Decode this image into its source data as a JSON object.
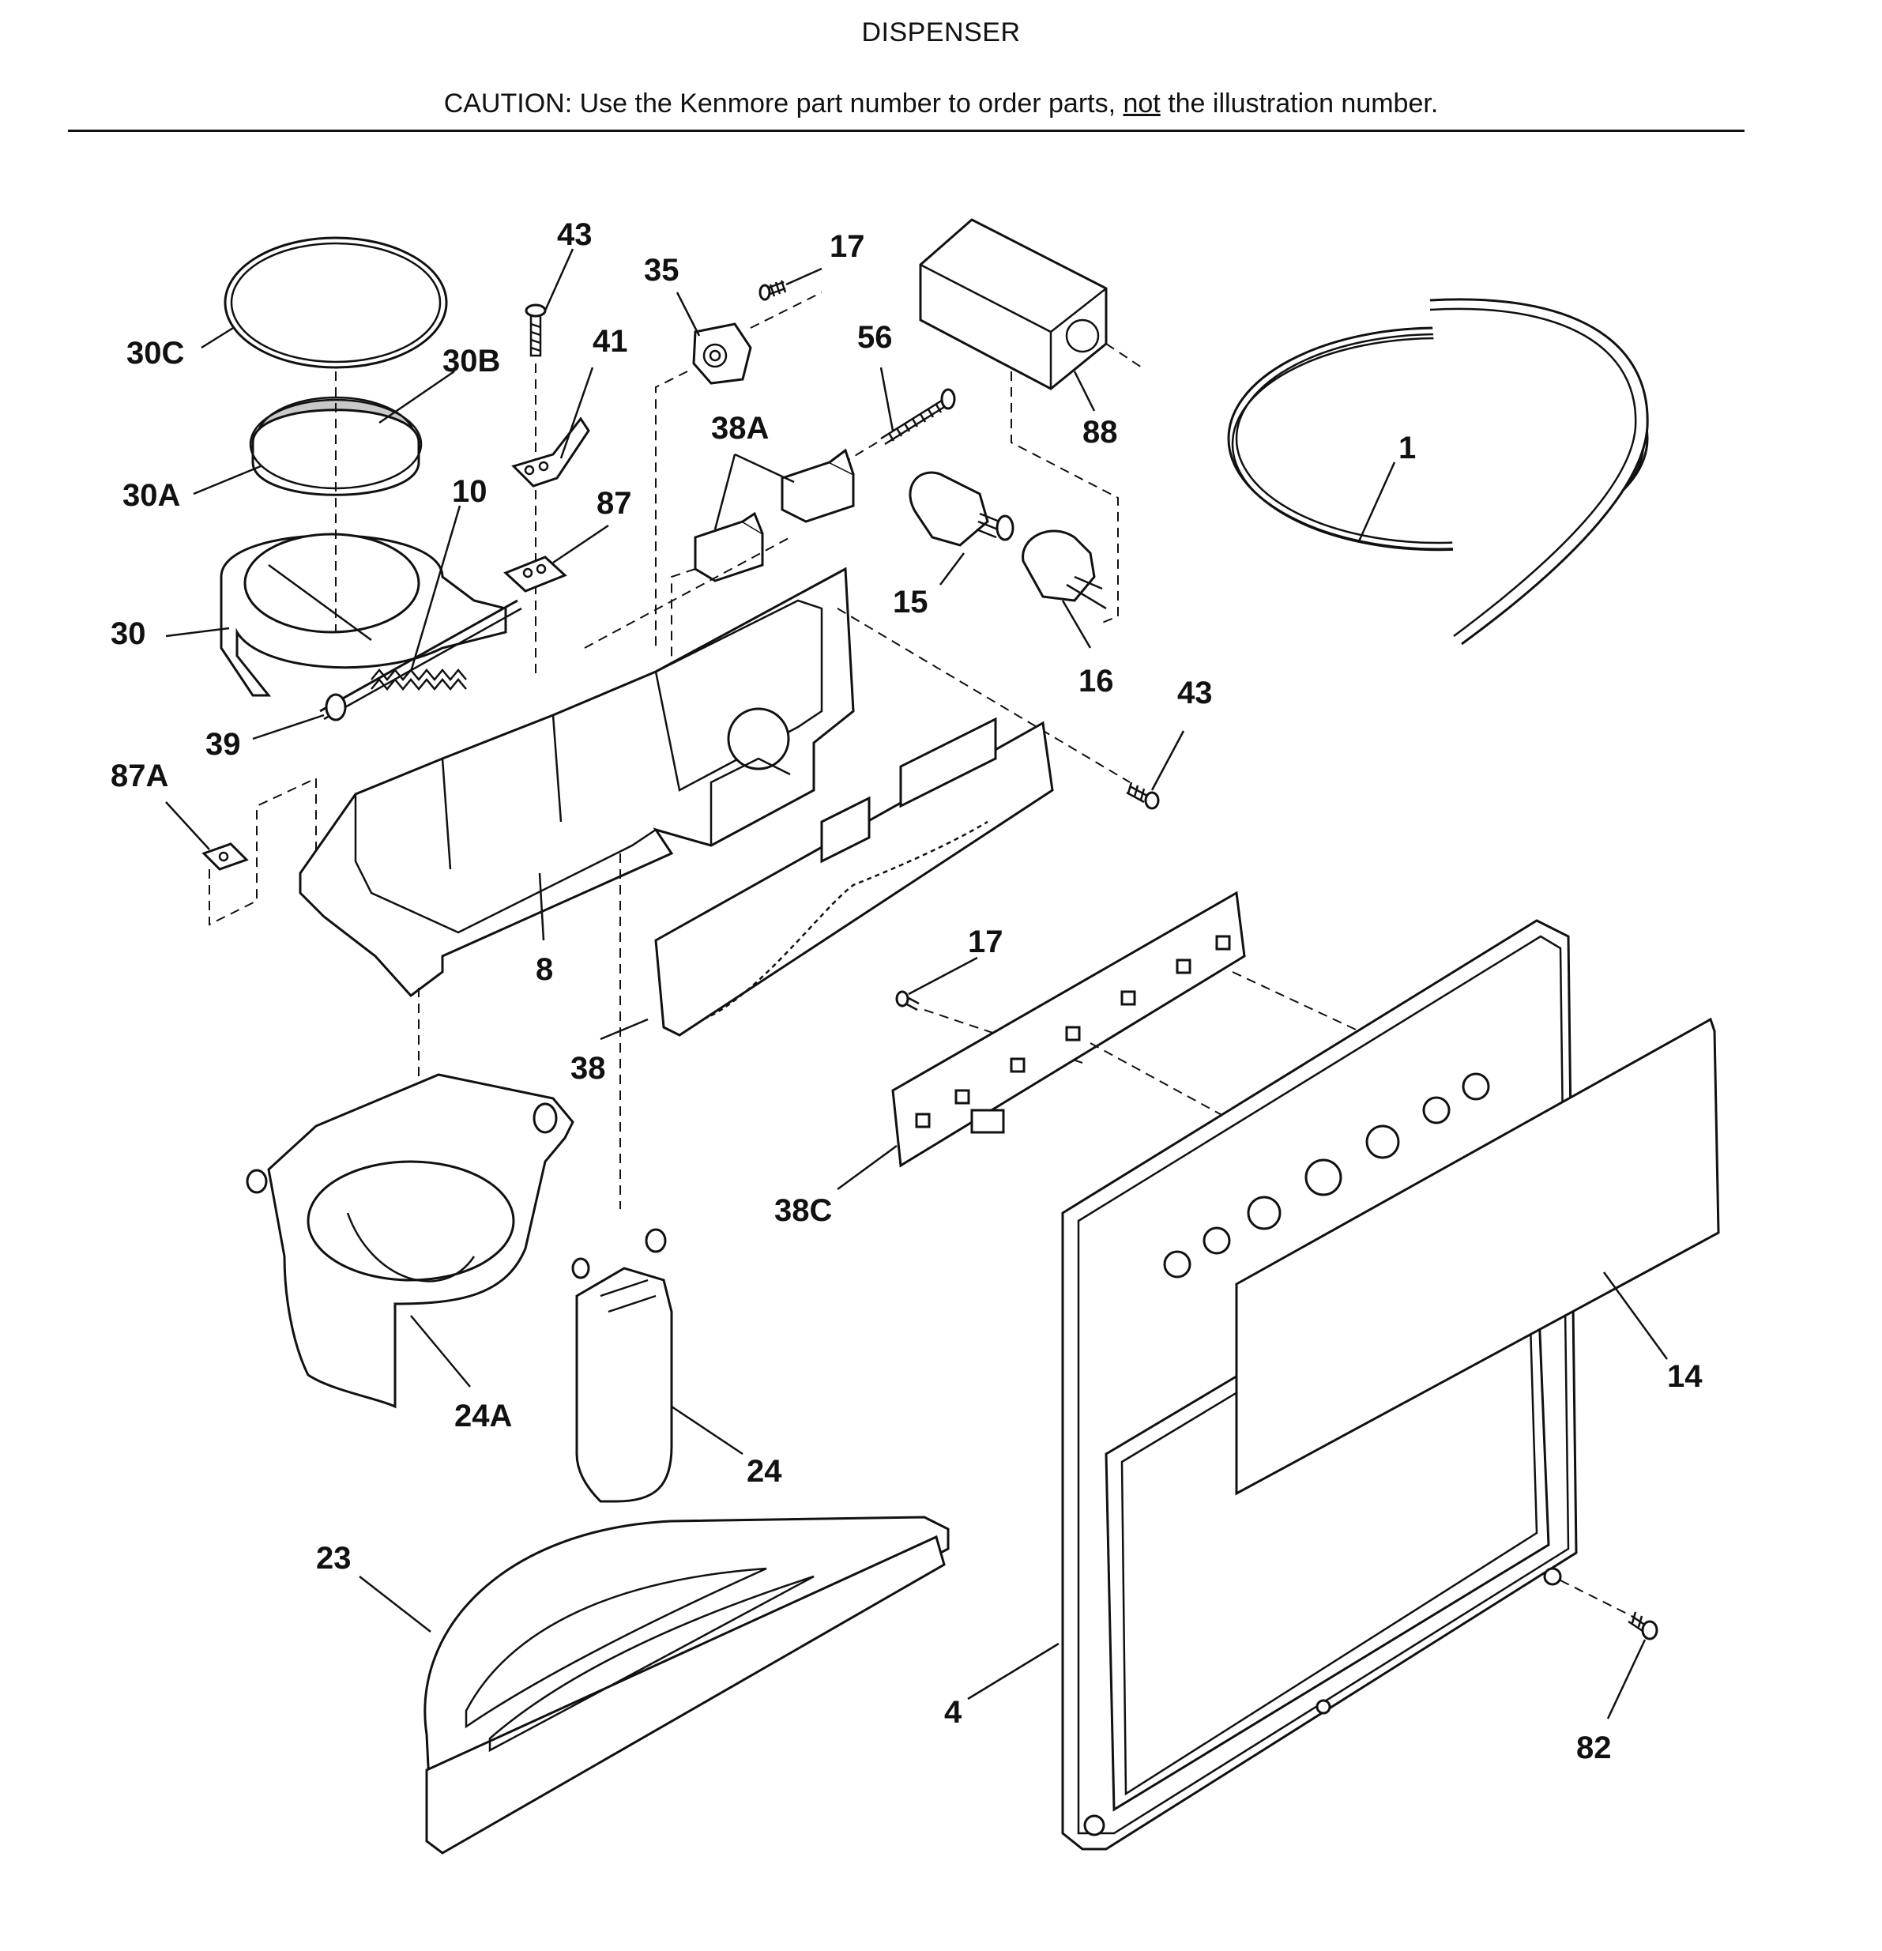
{
  "header": {
    "title": "DISPENSER",
    "caution_prefix": "CAUTION: Use the Kenmore part number to order parts, ",
    "caution_emphasis": "not",
    "caution_suffix": " the illustration number."
  },
  "callouts": {
    "c30C": "30C",
    "c30B": "30B",
    "c30A": "30A",
    "c30": "30",
    "c10": "10",
    "c39": "39",
    "c87A": "87A",
    "c43a": "43",
    "c41": "41",
    "c87": "87",
    "c35": "35",
    "c17a": "17",
    "c56": "56",
    "c38A": "38A",
    "c88": "88",
    "c1": "1",
    "c15": "15",
    "c16": "16",
    "c43b": "43",
    "c8": "8",
    "c17b": "17",
    "c38": "38",
    "c38C": "38C",
    "c24A": "24A",
    "c24": "24",
    "c14": "14",
    "c23": "23",
    "c4": "4",
    "c82": "82"
  }
}
